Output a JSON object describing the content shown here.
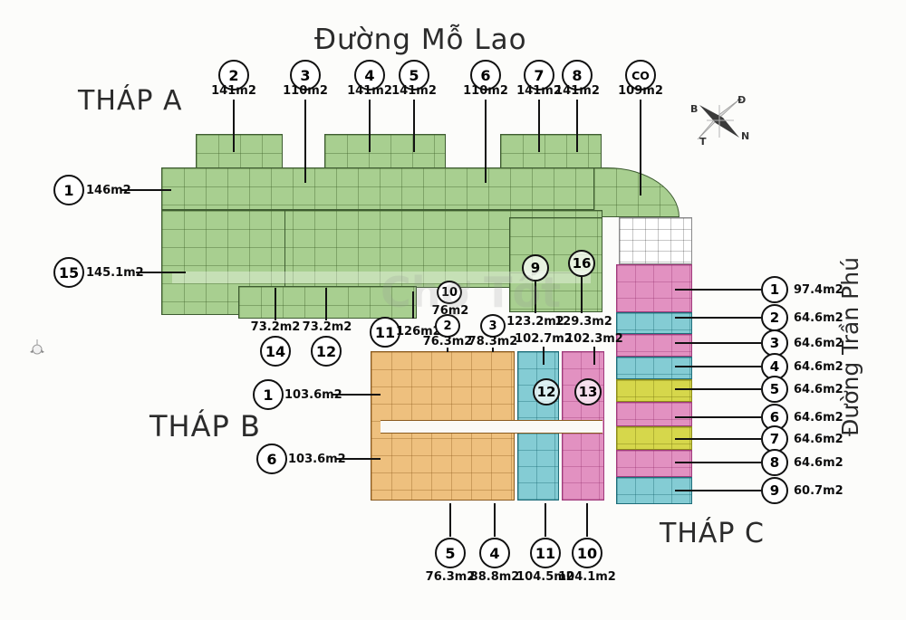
{
  "streets": {
    "top": "Đường Mỗ Lao",
    "right": "Đường Trần Phú"
  },
  "towers": {
    "a": "THÁP A",
    "b": "THÁP B",
    "c": "THÁP C"
  },
  "compass": {
    "nw": "B",
    "ne": "Đ",
    "sw": "T",
    "se": "N"
  },
  "watermark": "Chợ Tốt",
  "tower_a": {
    "top_callouts": [
      {
        "id": "2",
        "area": "141m2"
      },
      {
        "id": "3",
        "area": "110m2"
      },
      {
        "id": "4",
        "area": "141m2"
      },
      {
        "id": "5",
        "area": "141m2"
      },
      {
        "id": "6",
        "area": "110m2"
      },
      {
        "id": "7",
        "area": "141m2"
      },
      {
        "id": "8",
        "area": "141m2"
      },
      {
        "id": "CO",
        "area": "109m2"
      }
    ],
    "left_callouts": [
      {
        "id": "1",
        "area": "146m2"
      },
      {
        "id": "15",
        "area": "145.1m2"
      }
    ],
    "bottom_callouts": [
      {
        "id": "14",
        "area": "73.2m2"
      },
      {
        "id": "12",
        "area": "73.2m2"
      },
      {
        "id": "11",
        "area": "126m2"
      },
      {
        "id": "10",
        "area": "76m2"
      }
    ],
    "in_plan_units": [
      {
        "id": "9",
        "area": "123.2m2"
      },
      {
        "id": "16",
        "area": "129.3m2"
      }
    ]
  },
  "tower_b": {
    "left_callouts": [
      {
        "id": "1",
        "area": "103.6m2"
      },
      {
        "id": "6",
        "area": "103.6m2"
      }
    ],
    "top_callouts": [
      {
        "id": "2",
        "area": "76.3m2"
      },
      {
        "id": "3",
        "area": "78.3m2"
      }
    ],
    "bottom_callouts": [
      {
        "id": "5",
        "area": "76.3m2"
      },
      {
        "id": "4",
        "area": "88.8m2"
      },
      {
        "id": "11",
        "area": "104.5m2"
      },
      {
        "id": "10",
        "area": "104.1m2"
      }
    ],
    "in_plan_units": [
      {
        "id": "12",
        "area": "102.7m2"
      },
      {
        "id": "13",
        "area": "102.3m2"
      }
    ]
  },
  "tower_c": {
    "units": [
      {
        "id": "1",
        "area": "97.4m2"
      },
      {
        "id": "2",
        "area": "64.6m2"
      },
      {
        "id": "3",
        "area": "64.6m2"
      },
      {
        "id": "4",
        "area": "64.6m2"
      },
      {
        "id": "5",
        "area": "64.6m2"
      },
      {
        "id": "6",
        "area": "64.6m2"
      },
      {
        "id": "7",
        "area": "64.6m2"
      },
      {
        "id": "8",
        "area": "64.6m2"
      },
      {
        "id": "9",
        "area": "60.7m2"
      }
    ]
  },
  "colors": {
    "green": "#a8cf90",
    "orange": "#eec07e",
    "cyan": "#84ccd4",
    "pink": "#e291c1",
    "yellow": "#d6d74b"
  }
}
